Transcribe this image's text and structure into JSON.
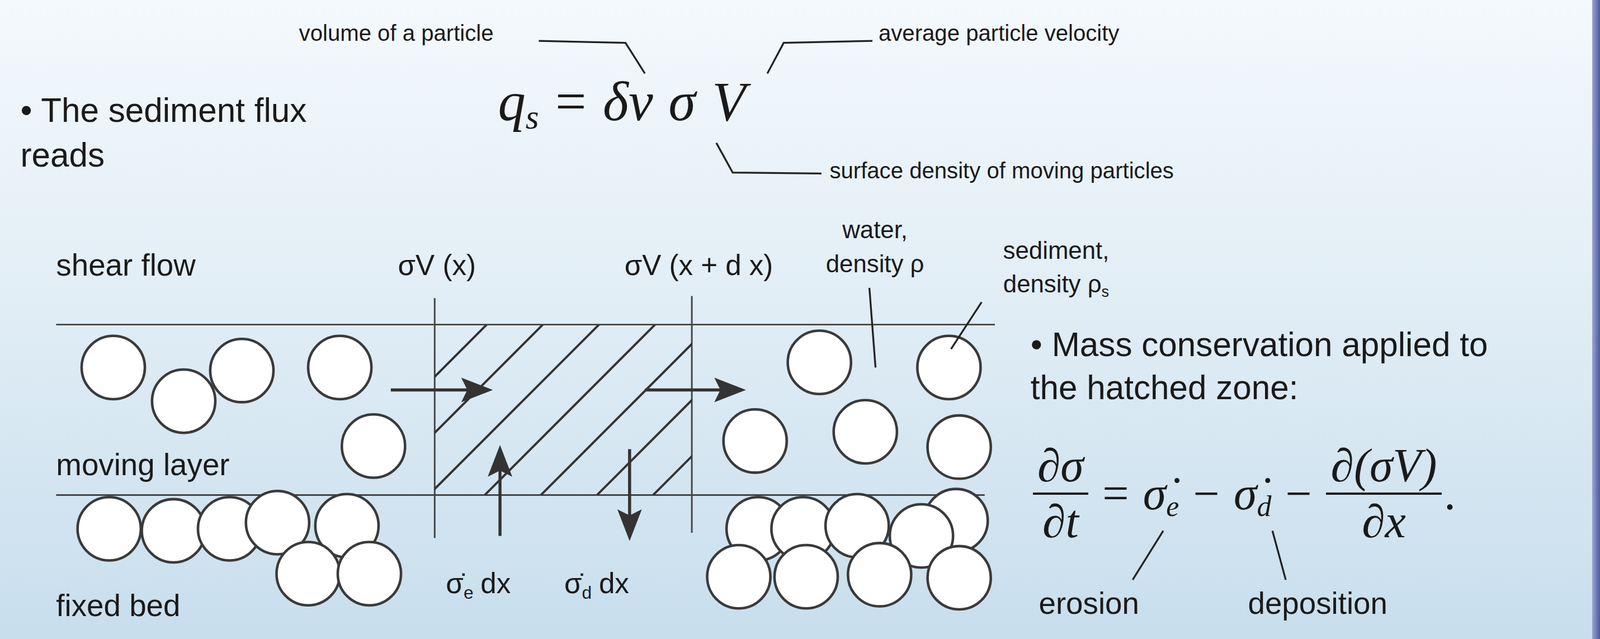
{
  "diagram": {
    "labels": [
      "• The sediment flux reads",
      "q",
      "s",
      "=",
      "δv",
      "σ",
      "V",
      "volume of a particle",
      "average particle velocity",
      "surface density of moving particles",
      "shear flow",
      "moving layer",
      "fixed bed",
      "σV (x)",
      "σV (x + d x)",
      "water, density ρ",
      "sediment, density ρ",
      "s",
      "σ̇",
      "e",
      "dx",
      "σ̇",
      "d",
      "dx",
      "• Mass conservation applied to the hatched zone:",
      "∂σ",
      "∂t",
      "=",
      "σ̇",
      "e",
      "−",
      "σ̇",
      "d",
      "−",
      "∂(σV)",
      "∂x",
      ".",
      "erosion",
      "deposition"
    ]
  }
}
